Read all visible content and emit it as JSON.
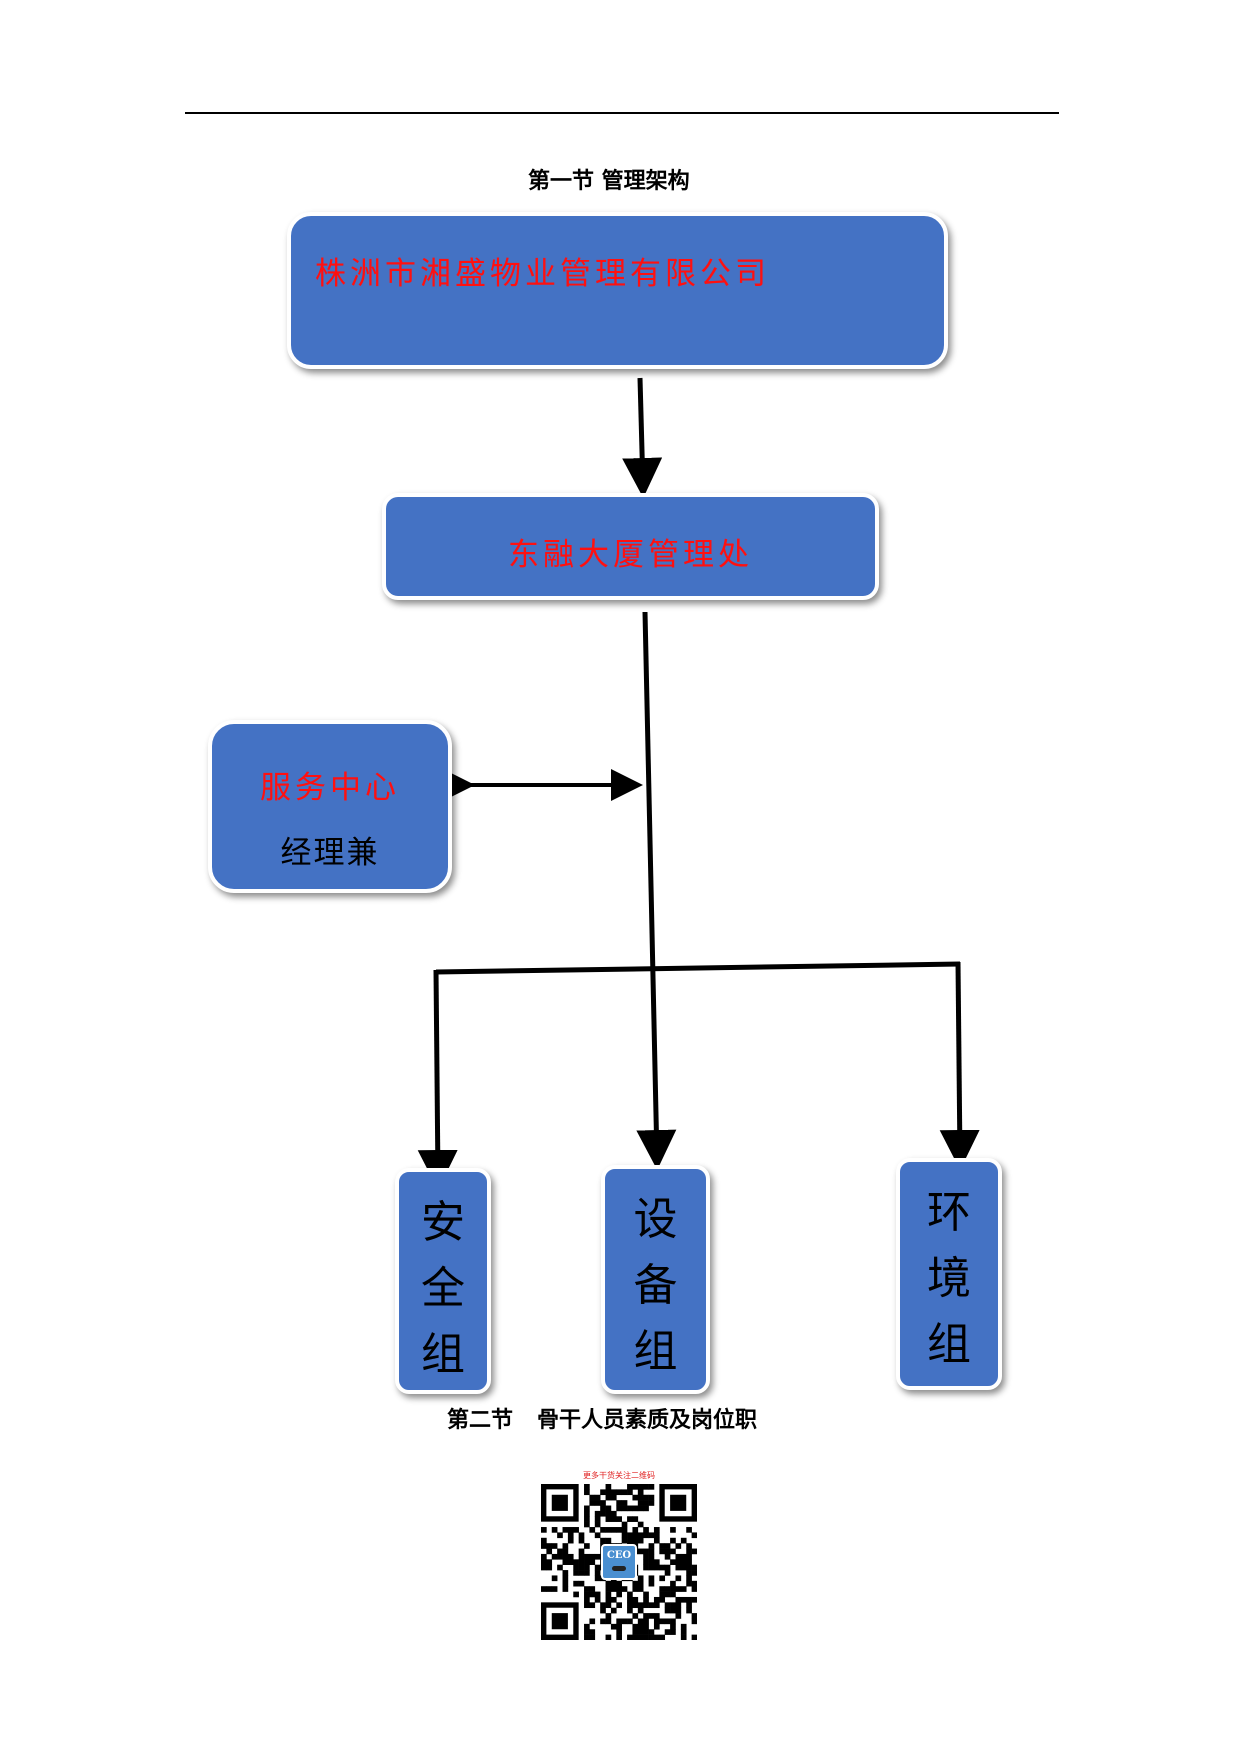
{
  "headings": {
    "section1": "第一节 管理架构",
    "section2_prefix": "第二节",
    "section2_text": "骨干人员素质及岗位职"
  },
  "org_chart": {
    "company": "株洲市湘盛物业管理有限公司",
    "office": "东融大厦管理处",
    "service_center": "服务中心",
    "service_center_sub": "经理兼",
    "groups": [
      {
        "chars": [
          "安",
          "全",
          "组"
        ]
      },
      {
        "chars": [
          "设",
          "备",
          "组"
        ]
      },
      {
        "chars": [
          "环",
          "境",
          "组"
        ]
      }
    ]
  },
  "qr": {
    "caption": "更多干货关注二维码",
    "logo_text": "CEO"
  },
  "colors": {
    "box_fill": "#4472c4",
    "label_red": "#ff1010",
    "connector": "#000000"
  }
}
